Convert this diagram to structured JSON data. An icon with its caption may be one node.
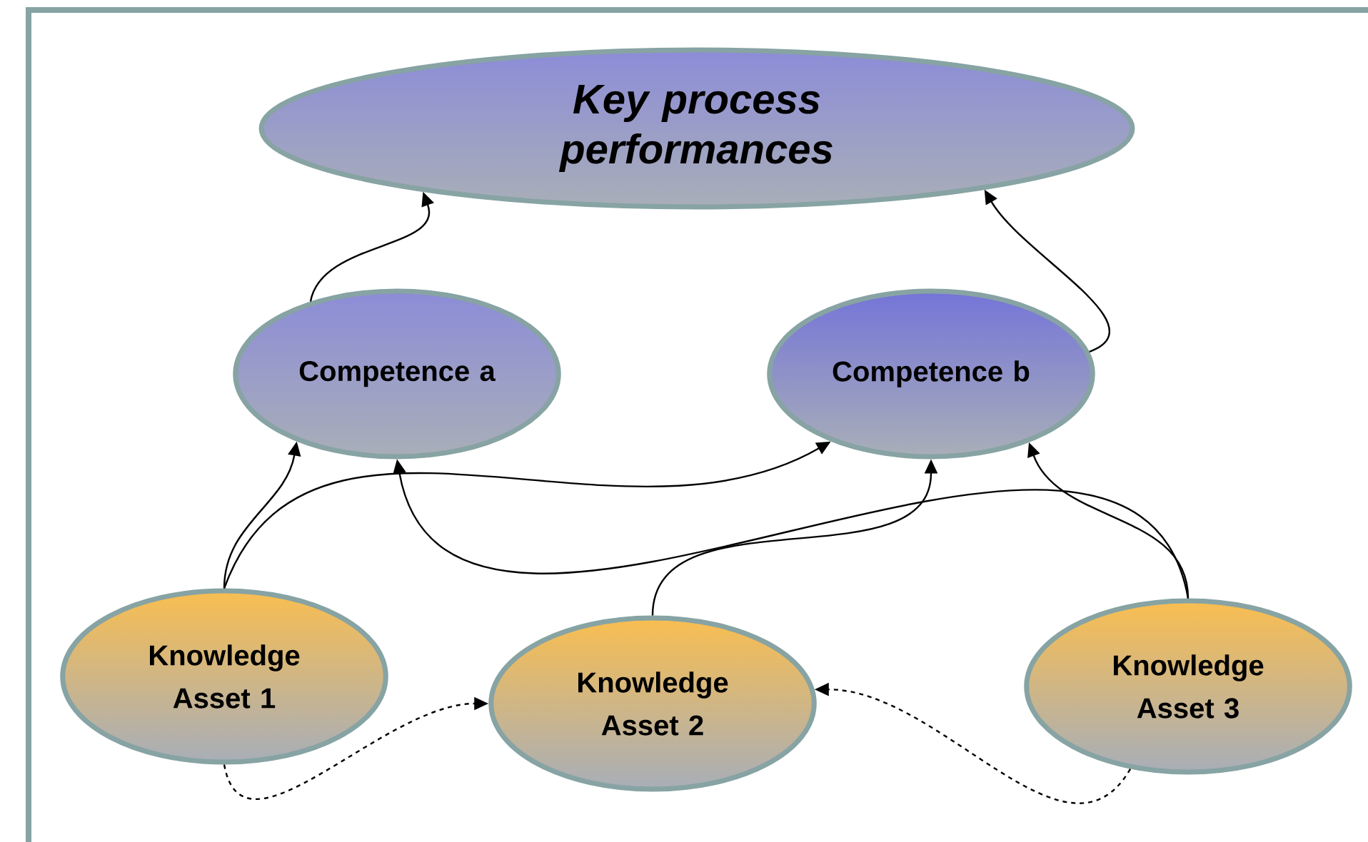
{
  "diagram": {
    "nodes": [
      {
        "text": [
          "Key process performances"
        ]
      },
      {
        "text": [
          "Competence a"
        ]
      },
      {
        "text": [
          "Competence b"
        ]
      },
      {
        "text": [
          "Knowledge Asset 1"
        ]
      },
      {
        "text": [
          "Knowledge Asset 2"
        ]
      },
      {
        "text": [
          "Knowledge Asset 3"
        ]
      }
    ],
    "edges": [
      {
        "from": 1,
        "to": 0,
        "arrow": "to"
      },
      {
        "from": 2,
        "to": 0,
        "arrow": "to"
      },
      {
        "from": 3,
        "to": 1,
        "arrow": "to"
      },
      {
        "from": 3,
        "to": 2,
        "arrow": "to"
      },
      {
        "from": 4,
        "to": 2,
        "arrow": "to"
      },
      {
        "from": 5,
        "to": 2,
        "arrow": "to"
      },
      {
        "from": 5,
        "to": 1,
        "arrow": "to"
      },
      {
        "from": 3,
        "to": 4,
        "arrow": "to",
        "style": "dashed"
      },
      {
        "from": 5,
        "to": 4,
        "arrow": "to",
        "style": "dashed"
      }
    ]
  }
}
